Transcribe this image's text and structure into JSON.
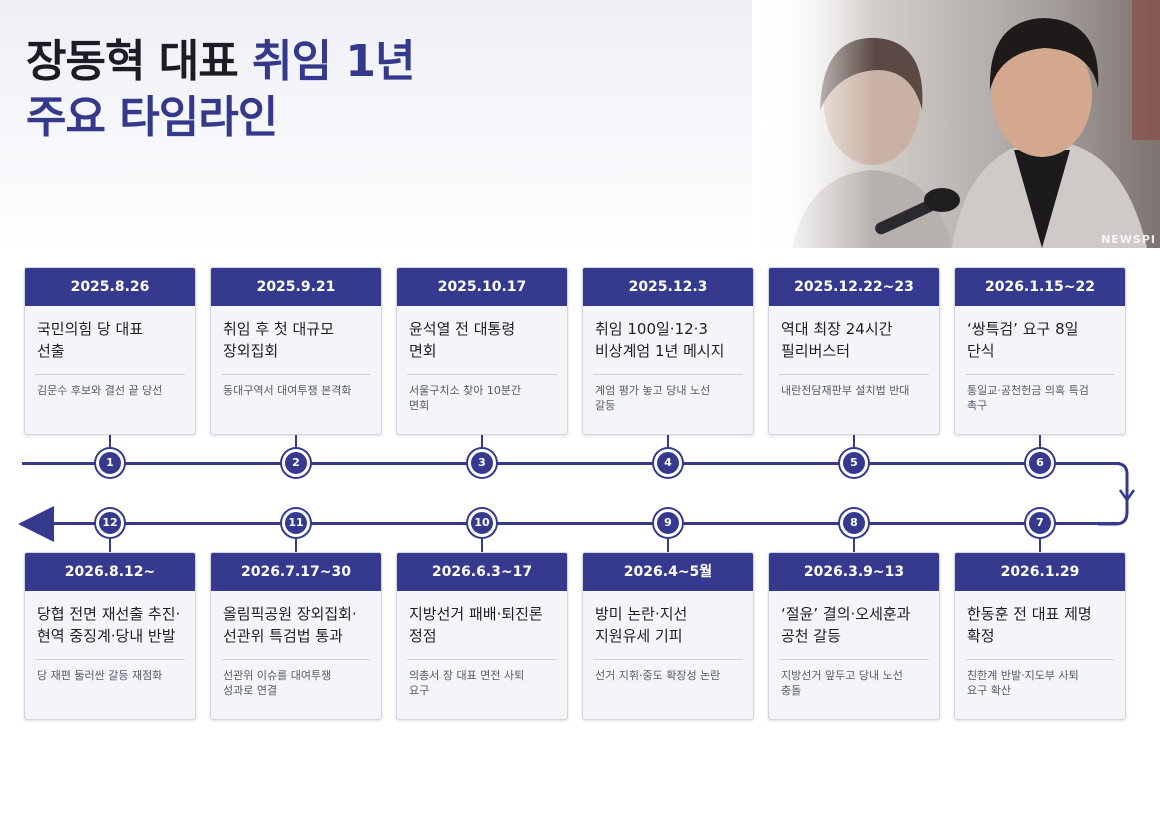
{
  "title": {
    "line1_dark": "장동혁 대표",
    "line1_accent": "취임 1년",
    "line2": "주요 타임라인"
  },
  "photo": {
    "watermark": "NEWSPI"
  },
  "colors": {
    "accent": "#363a8f",
    "card_bg": "#f4f5f8",
    "title_dark": "#1c1c24"
  },
  "events": [
    {
      "num": "1",
      "date": "2025.8.26",
      "headline": "국민의힘 당 대표\n선출",
      "sub": "김문수 후보와 결선 끝 당선"
    },
    {
      "num": "2",
      "date": "2025.9.21",
      "headline": "취임 후 첫 대규모\n장외집회",
      "sub": "동대구역서 대여투쟁 본격화"
    },
    {
      "num": "3",
      "date": "2025.10.17",
      "headline": "윤석열 전 대통령\n면회",
      "sub": "서울구치소 찾아 10분간\n면회"
    },
    {
      "num": "4",
      "date": "2025.12.3",
      "headline": "취임 100일·12·3\n비상계엄 1년 메시지",
      "sub": "계엄 평가 놓고 당내 노선\n갈등"
    },
    {
      "num": "5",
      "date": "2025.12.22~23",
      "headline": "역대 최장 24시간\n필리버스터",
      "sub": "내란전담재판부 설치법 반대"
    },
    {
      "num": "6",
      "date": "2026.1.15~22",
      "headline": "‘쌍특검’ 요구 8일\n단식",
      "sub": "통일교·공천헌금 의혹 특검\n촉구"
    },
    {
      "num": "7",
      "date": "2026.1.29",
      "headline": "한동훈 전 대표 제명\n확정",
      "sub": "친한계 반발·지도부 사퇴\n요구 확산"
    },
    {
      "num": "8",
      "date": "2026.3.9~13",
      "headline": "‘절윤’ 결의·오세훈과\n공천 갈등",
      "sub": "지방선거 앞두고 당내 노선\n충돌"
    },
    {
      "num": "9",
      "date": "2026.4~5월",
      "headline": "방미 논란·지선\n지원유세 기피",
      "sub": "선거 지휘·중도 확장성 논란"
    },
    {
      "num": "10",
      "date": "2026.6.3~17",
      "headline": "지방선거 패배·퇴진론\n정점",
      "sub": "의총서 장 대표 면전 사퇴\n요구"
    },
    {
      "num": "11",
      "date": "2026.7.17~30",
      "headline": "올림픽공원 장외집회·\n선관위 특검법 통과",
      "sub": "선관위 이슈를 대여투쟁\n성과로 연결"
    },
    {
      "num": "12",
      "date": "2026.8.12~",
      "headline": "당협 전면 재선출 추진·\n현역 중징계·당내 반발",
      "sub": "당 재편 둘러싼 갈등 재점화"
    }
  ]
}
